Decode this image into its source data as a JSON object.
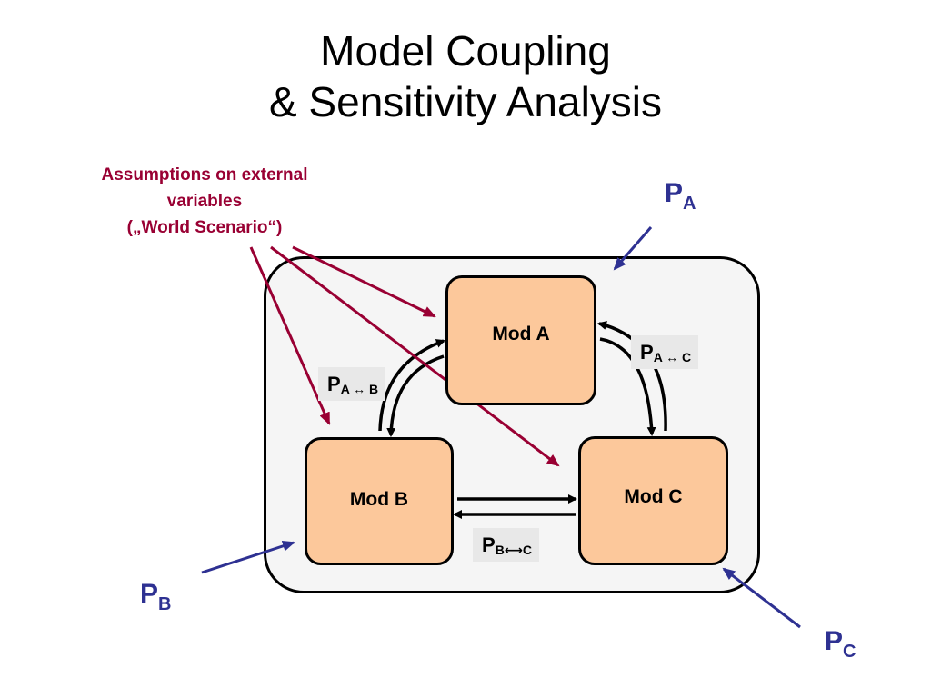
{
  "title": {
    "line1": "Model Coupling",
    "line2": "& Sensitivity Analysis"
  },
  "assumptions": {
    "line1": "Assumptions on external",
    "line2": "variables",
    "line3": "(„World Scenario“)"
  },
  "modules": {
    "a": "Mod A",
    "b": "Mod B",
    "c": "Mod C"
  },
  "coupling_params": {
    "ab": {
      "base": "P",
      "sub": "A ↔ B"
    },
    "ac": {
      "base": "P",
      "sub": "A ↔ C"
    },
    "bc": {
      "base": "P",
      "sub": "B⟷C"
    }
  },
  "external_params": {
    "a": {
      "base": "P",
      "sub": "A"
    },
    "b": {
      "base": "P",
      "sub": "B"
    },
    "c": {
      "base": "P",
      "sub": "C"
    }
  },
  "colors": {
    "assumption_text": "#990033",
    "external_param": "#2e3192",
    "module_fill": "#fcc89b",
    "outer_fill": "#f5f5f5",
    "param_label_bg": "#e8e8e8"
  }
}
